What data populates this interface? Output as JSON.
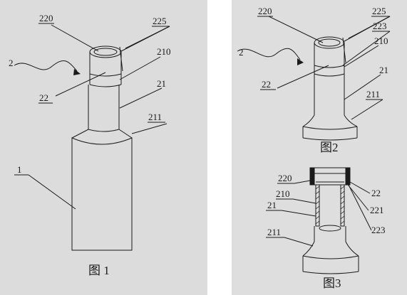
{
  "figure1": {
    "caption": "图 1",
    "labels": {
      "l220": "220",
      "l225": "225",
      "l2": "2",
      "l210": "210",
      "l22": "22",
      "l21": "21",
      "l211": "211",
      "l1": "1"
    }
  },
  "figure2": {
    "caption": "图2",
    "labels": {
      "l220": "220",
      "l225": "225",
      "l223": "223",
      "l2": "2",
      "l210": "210",
      "l21": "21",
      "l22": "22",
      "l211": "211"
    }
  },
  "figure3": {
    "caption": "图3",
    "labels": {
      "l220": "220",
      "l22": "22",
      "l210": "210",
      "l221": "221",
      "l21": "21",
      "l223": "223",
      "l211": "211"
    }
  },
  "colors": {
    "paper_left": "#dcdcdc",
    "paper_right": "#dedede",
    "ink": "#1a1a1a"
  }
}
